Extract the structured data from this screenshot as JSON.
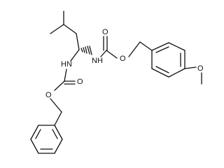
{
  "molecule": {
    "atoms": {
      "nh_right": "NH",
      "nh_left": "HN",
      "o_carbonyl_right": "O",
      "o_ester_right": "O",
      "o_methoxy": "O",
      "o_carbonyl_left": "O",
      "o_ester_left": "O"
    }
  }
}
